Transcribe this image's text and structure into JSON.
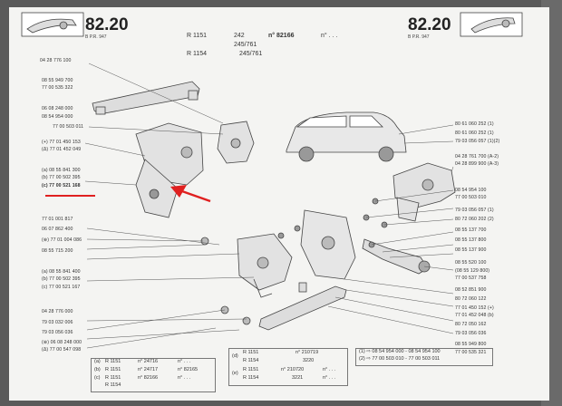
{
  "header": {
    "page_number_left": "82.20",
    "sub_left": "B          P.R. 947",
    "page_number_right": "82.20",
    "sub_right": "B          P.R. 947",
    "model_line1_model": "R 1151",
    "model_line1_codes": "242",
    "model_line1_ref": "n° 82166",
    "model_line1_tail": "n° . . .",
    "model_line2_model": "R 1154",
    "model_line2_codes": "245/761",
    "model_line2_codes1": "245/761"
  },
  "left_parts": [
    "04 28 776 100",
    "08 55 949 700",
    "77 00 535 322",
    "06 08 248 000",
    "08 54 954 000",
    "77 00 503 011",
    "(+) 77 01 450 153",
    "(Δ) 77 01 452 049",
    "(a) 08 55 841 300",
    "(b) 77 00 502 395",
    "(c) 77 00 521 168",
    "77 01 001 817",
    "06 07 862 400",
    "(⊕) 77 01 004 086",
    "08 55 715 200",
    "(a) 08 55 841 400",
    "(b) 77 00 502 395",
    "(c) 77 00 521 167",
    "04 28 776 000",
    "79 03 032 006",
    "79 03 056 036",
    "(⊕) 06 08 248 000",
    "(Δ) 77 00 547 098"
  ],
  "right_parts": [
    "80 61 060 252 (1)",
    "80 61 060 252 (1)",
    "79 03 056 057 (1)(2)",
    "04 28 761 700 (A-2)",
    "04 28 899 900 (A-3)",
    "08 54 954 100",
    "77 00 503 010",
    "79 03 056 057 (1)",
    "80 72 060 202 (2)",
    "08 55 137 700",
    "08 55 137 800",
    "08 55 137 900",
    "08 55 520 100",
    "(08 55 129 800)",
    "77 00 537 758",
    "08 52 851 900",
    "80 72 060 122",
    "77 01 450 152 (+)",
    "77 01 452 048 (b)",
    "80 72 050 162",
    "79 03 056 036",
    "08 55 949 800",
    "77 00 535 321"
  ],
  "footer": {
    "rows_left": [
      {
        "tag": "(a)",
        "model": "R 1151",
        "text": "n° 24716",
        "extra": "n° . . ."
      },
      {
        "tag": "(b)",
        "model": "R 1151",
        "text": "n° 24717",
        "extra": "n° 82165"
      },
      {
        "tag": "(c)",
        "model": "R 1151",
        "text": "n° 82166",
        "extra": "n° . . ."
      },
      {
        "tag": "",
        "model": "R 1154",
        "text": "",
        "extra": ""
      }
    ],
    "rows_mid": [
      {
        "tag": "(d)",
        "model": "R 1151",
        "text": "n° 210719",
        "extra": ""
      },
      {
        "tag": "",
        "model": "R 1154",
        "text": "3220",
        "extra": ""
      },
      {
        "tag": "(e)",
        "model": "R 1151",
        "text": "n° 210720",
        "extra": "n° . . ."
      },
      {
        "tag": "",
        "model": "R 1154",
        "text": "3221",
        "extra": "n° . . ."
      }
    ],
    "notes": [
      "(1)  ⇨  08 54 954 000 - 08 54 954 100",
      "(2)  ⇨  77 00 503 010 - 77 00 503 011"
    ]
  },
  "colors": {
    "highlight_red": "#e02020",
    "paper": "#f4f4f2",
    "ink": "#333333"
  }
}
